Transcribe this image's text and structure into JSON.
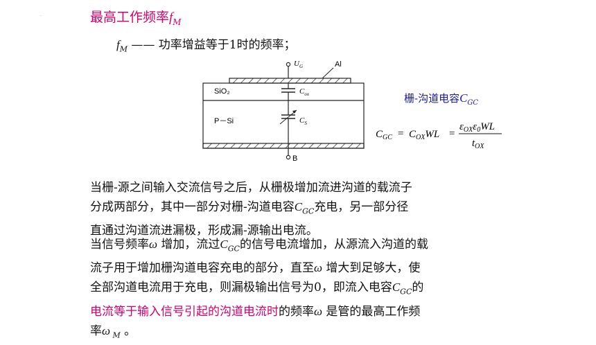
{
  "title": {
    "prefix": "最高工作频率",
    "symbol": "f",
    "sub": "M"
  },
  "definition": {
    "symbol": "f",
    "sub": "M",
    "text": "—— 功率增益等于1时的频率；"
  },
  "diagram": {
    "ug_label": "U",
    "ug_sub": "G",
    "al_label": "Al",
    "sio2_label": "SiO₂",
    "cox_label": "C",
    "cox_sub": "ox",
    "psi_label": "P－Si",
    "cs_label": "C",
    "cs_sub": "S",
    "b_label": "B"
  },
  "gate_label": {
    "prefix": "栅-沟道电容",
    "symbol": "C",
    "sub": "GC"
  },
  "formula": {
    "lhs": "C",
    "lhs_sub": "GC",
    "eq1": "=",
    "mid": "C",
    "mid_sub": "OX",
    "mid_tail": "WL",
    "eq2": "=",
    "num_e1": "ε",
    "num_e1_sub": "OX",
    "num_e2": "ε",
    "num_e2_sub": "0",
    "num_tail": "WL",
    "den": "t",
    "den_sub": "OX"
  },
  "paragraph1": {
    "line1": "当栅-源之间输入交流信号之后，从栅极增加流进沟道的载流子",
    "line2a": "分成两部分，其中一部分对栅-沟道电容",
    "line2_sym": "C",
    "line2_sub": "GC",
    "line2b": "充电，另一部分径",
    "line3": "直通过沟道流进漏极，形成漏-源输出电流。"
  },
  "paragraph2": {
    "l1a": "当信号频率",
    "l1_sym": "ω",
    "l1b": " 增加，流过",
    "l1_sym2": "C",
    "l1_sub2": "GC",
    "l1c": "的信号电流增加，从源流入沟道的载",
    "l2": "流子用于增加栅沟道电容充电的部分，直至",
    "l2_sym": "ω",
    "l2b": " 增大到足够大，使",
    "l3a": "全部沟道电流用于充电，则漏极输出信号为0，即流入电容",
    "l3_sym": "C",
    "l3_sub": "GC",
    "l3b": "的",
    "l4_pink": "电流等于输入信号引起的沟道电流时",
    "l4a": "的频率",
    "l4_sym": "ω",
    "l4b": " 是管的最高工作频",
    "l5a": "率",
    "l5_sym": "ω",
    "l5_sub": " M",
    "l5b": " 。"
  },
  "colors": {
    "accent": "#d4006a",
    "label_blue": "#1a1aa6"
  }
}
